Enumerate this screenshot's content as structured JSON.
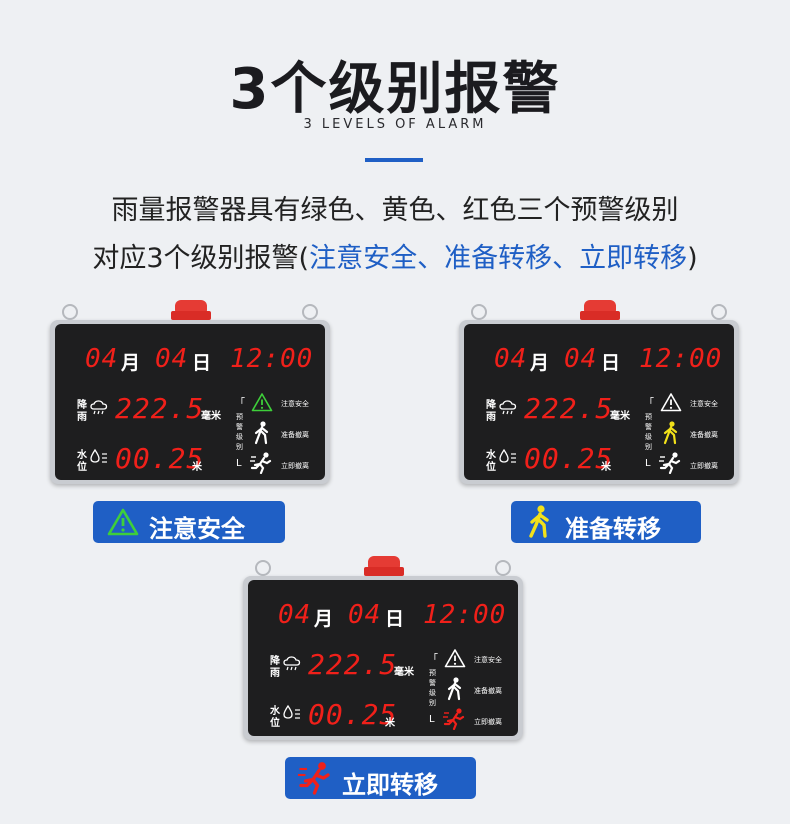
{
  "header": {
    "title": "3个级别报警",
    "subtitle": "3 LEVELS OF ALARM",
    "description_line1": "雨量报警器具有绿色、黄色、红色三个预警级别",
    "description_line2_prefix": "对应3个级别报警(",
    "description_line2_highlight": "注意安全、准备转移、立即转移",
    "description_line2_suffix": ")"
  },
  "device_labels": {
    "month_num": "04",
    "month_unit": "月",
    "day_num": "04",
    "day_unit": "日",
    "time": "12:00",
    "rain_label_top": "降",
    "rain_label_bottom": "雨",
    "rain_value": "222.5",
    "rain_unit": "毫米",
    "water_label_top": "水",
    "water_label_bottom": "位",
    "water_value": "00.25",
    "water_unit": "米",
    "warn_label": "预警级别",
    "warn_chars": [
      "预",
      "警",
      "级",
      "别"
    ],
    "bracket_top": "「",
    "bracket_bottom": "L",
    "status_items": [
      "注意安全",
      "准备撤离",
      "立即撤离"
    ]
  },
  "devices": [
    {
      "active_level": "green",
      "badge_label": "注意安全",
      "badge_icon": "warning-triangle-icon"
    },
    {
      "active_level": "yellow",
      "badge_label": "准备转移",
      "badge_icon": "walking-person-icon"
    },
    {
      "active_level": "red",
      "badge_label": "立即转移",
      "badge_icon": "running-person-icon"
    }
  ],
  "colors": {
    "accent_blue": "#1f5fc5",
    "led_red": "#f0201a",
    "green": "#3ecf3a",
    "yellow": "#f2e11a",
    "red": "#f0201a"
  }
}
